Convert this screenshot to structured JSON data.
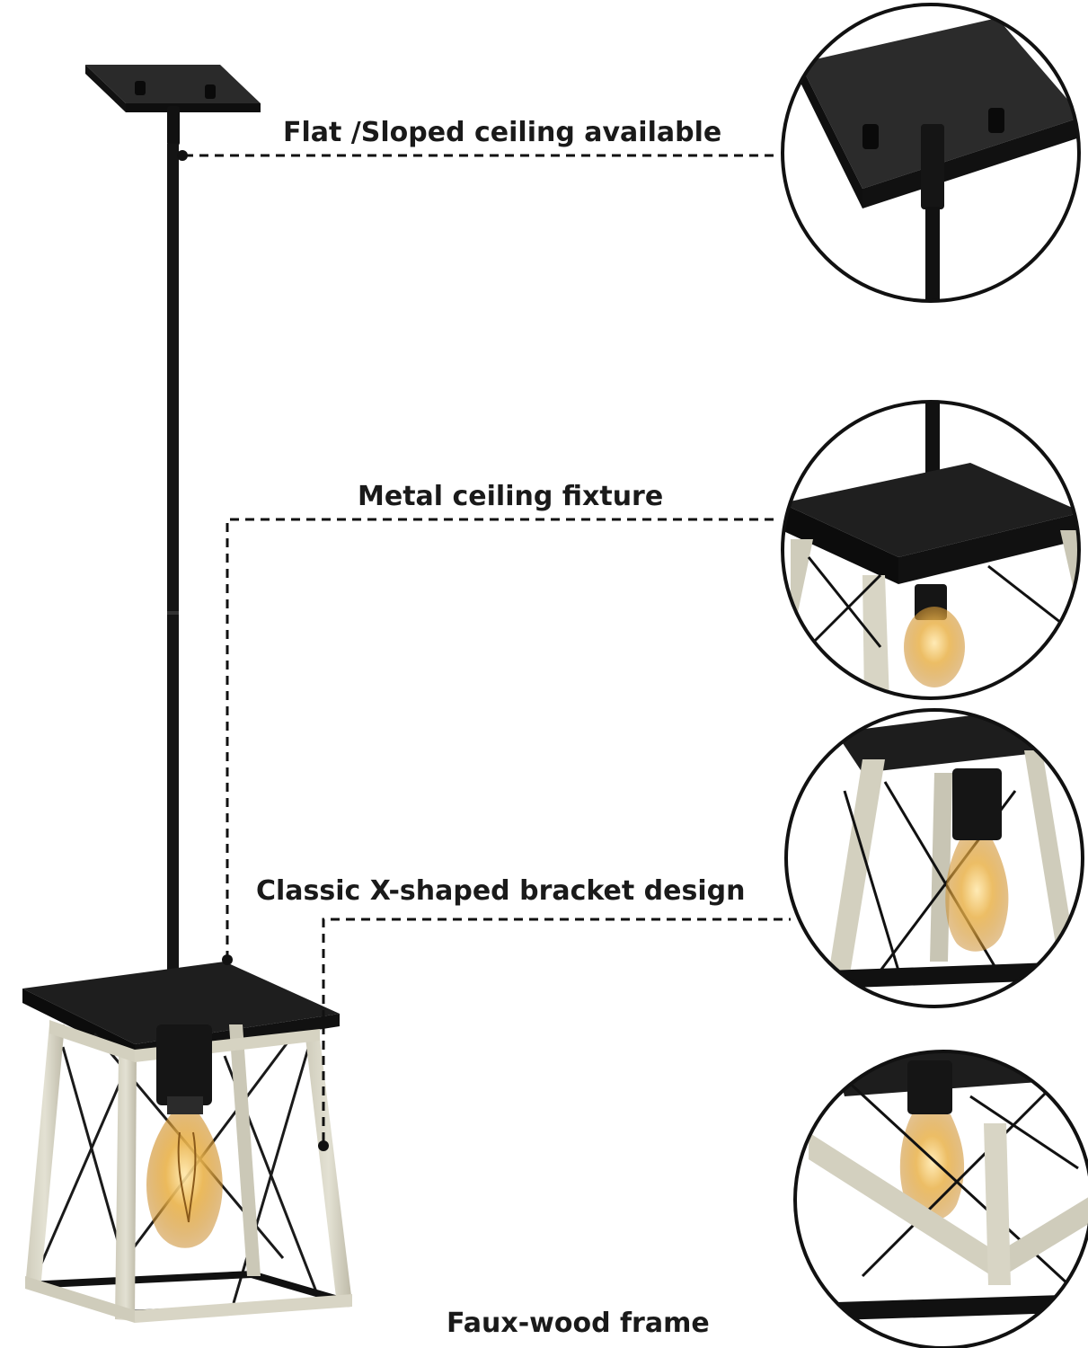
{
  "colors": {
    "background": "#ffffff",
    "metal": "#1b1b1b",
    "metal_highlight": "#3a3a3a",
    "wood": "#d9d7c8",
    "wood_shade": "#b8b5a4",
    "bulb_glow": "#e9b24a",
    "bulb_glass": "#f2e4c4",
    "leader_line": "#111111"
  },
  "callouts": [
    {
      "label": "Flat /Sloped ceiling available"
    },
    {
      "label": "Metal ceiling fixture"
    },
    {
      "label": "Classic X-shaped bracket design"
    },
    {
      "label": "Faux-wood frame"
    }
  ],
  "detail_views": [
    {
      "subject": "canopy-detail"
    },
    {
      "subject": "metal-top-detail"
    },
    {
      "subject": "x-bracket-detail"
    },
    {
      "subject": "faux-wood-frame-detail"
    }
  ]
}
